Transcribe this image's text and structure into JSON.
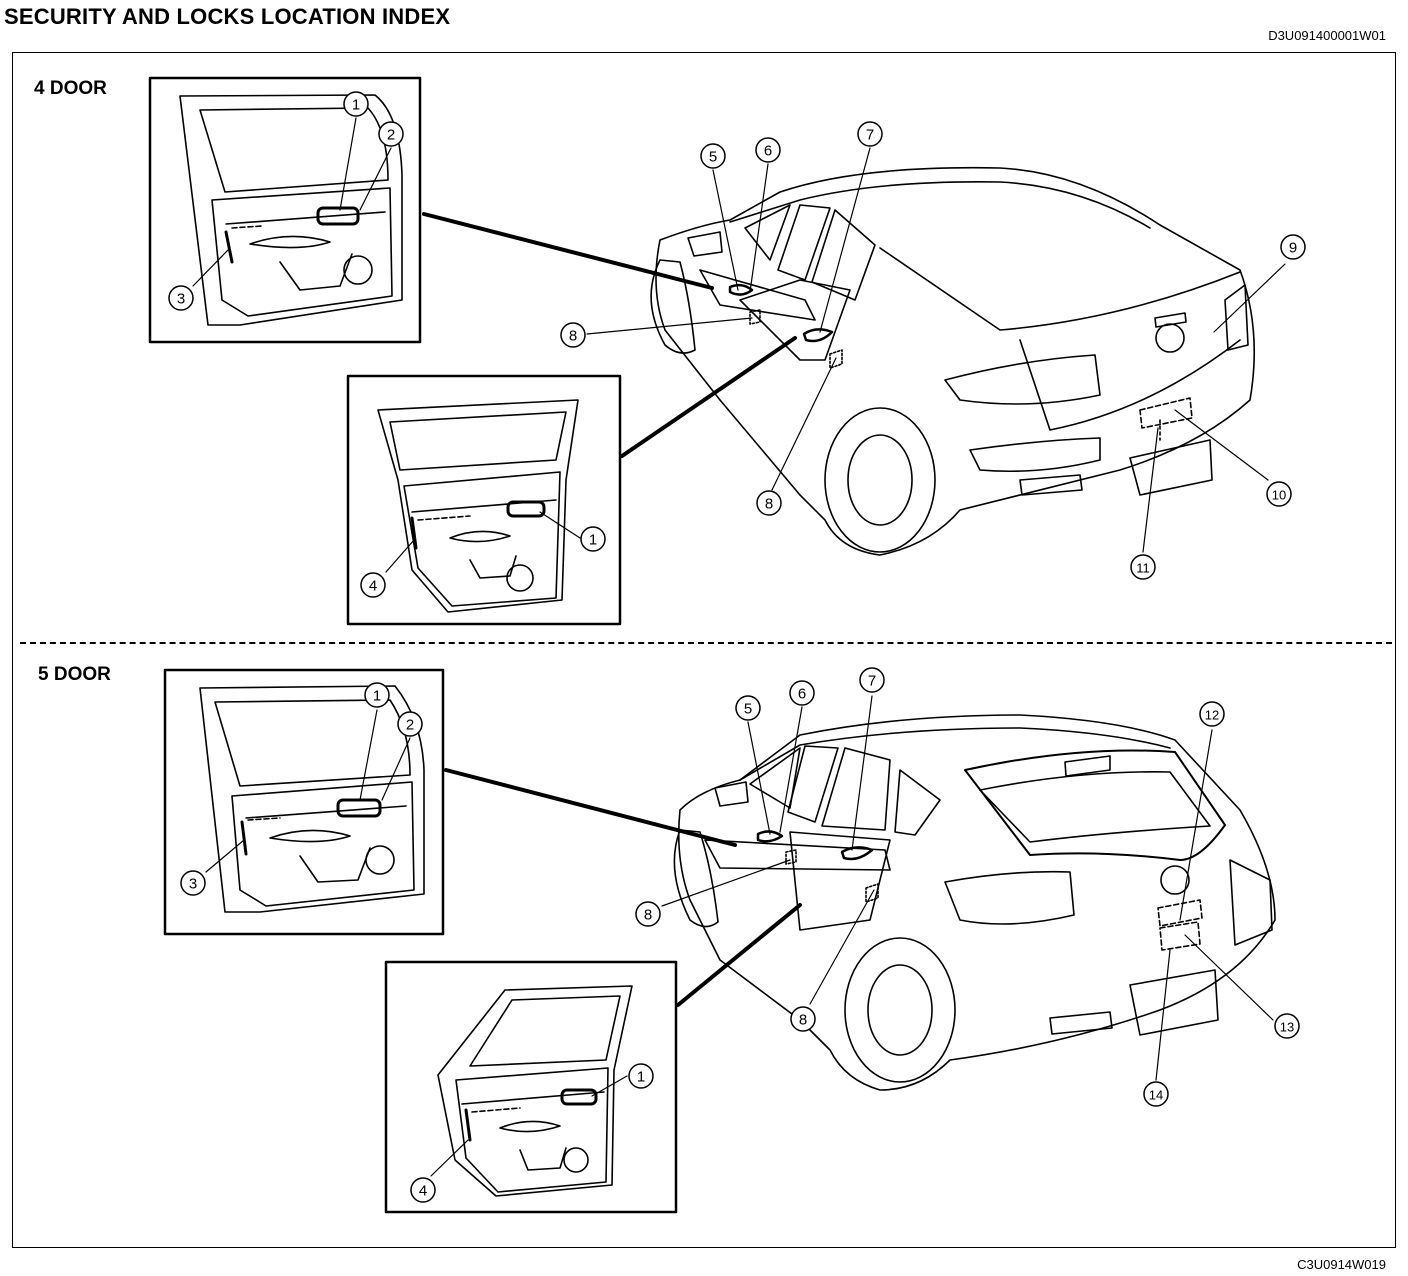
{
  "header": {
    "title": "SECURITY AND LOCKS LOCATION INDEX",
    "doc_code": "D3U091400001W01"
  },
  "sections": [
    {
      "label": "4 DOOR"
    },
    {
      "label": "5 DOOR"
    }
  ],
  "callouts": {
    "n1": "1",
    "n2": "2",
    "n3": "3",
    "n4": "4",
    "n5": "5",
    "n6": "6",
    "n7": "7",
    "n8": "8",
    "n9": "9",
    "n10": "10",
    "n11": "11",
    "n12": "12",
    "n13": "13",
    "n14": "14"
  },
  "figure_code": "C3U0914W019"
}
